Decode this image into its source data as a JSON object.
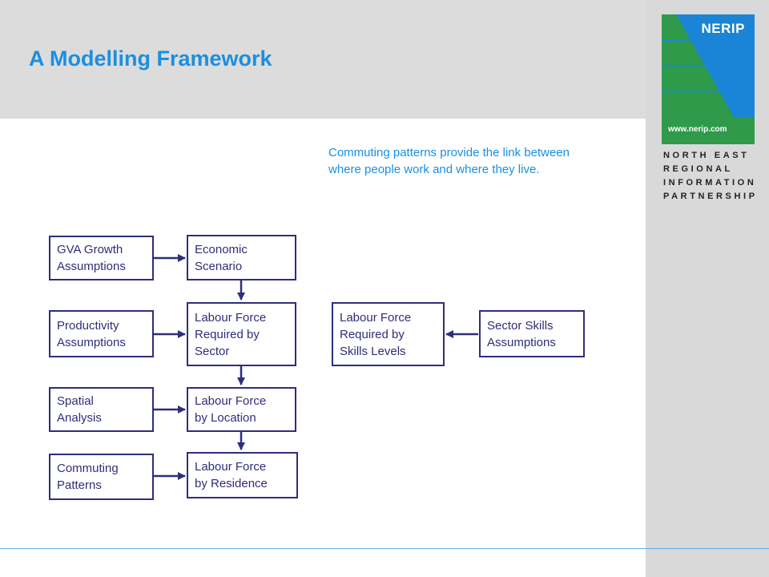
{
  "slide": {
    "title": "A Modelling Framework",
    "note": "Commuting patterns provide the link between where people work and where they live."
  },
  "logo": {
    "name": "NERIP",
    "url": "www.nerip.com",
    "lines": [
      "NORTH EAST",
      "REGIONAL",
      "INFORMATION",
      "PARTNERSHIP"
    ]
  },
  "diagram": {
    "boxes": {
      "gva": "GVA Growth\nAssumptions",
      "economic": "Economic\nScenario",
      "productivity": "Productivity\nAssumptions",
      "lf_sector": "Labour Force\nRequired by\nSector",
      "lf_skills": "Labour Force\nRequired by\nSkills Levels",
      "sector_skills": "Sector Skills\nAssumptions",
      "spatial": "Spatial\nAnalysis",
      "lf_location": "Labour Force\nby Location",
      "commuting": "Commuting\nPatterns",
      "lf_residence": "Labour Force\nby Residence"
    }
  },
  "colors": {
    "title": "#1a8fe0",
    "box_border": "#2e2e7a",
    "header_band": "#dcdcdc",
    "logo_blue": "#1a85d6",
    "logo_green": "#2f9a4a"
  }
}
